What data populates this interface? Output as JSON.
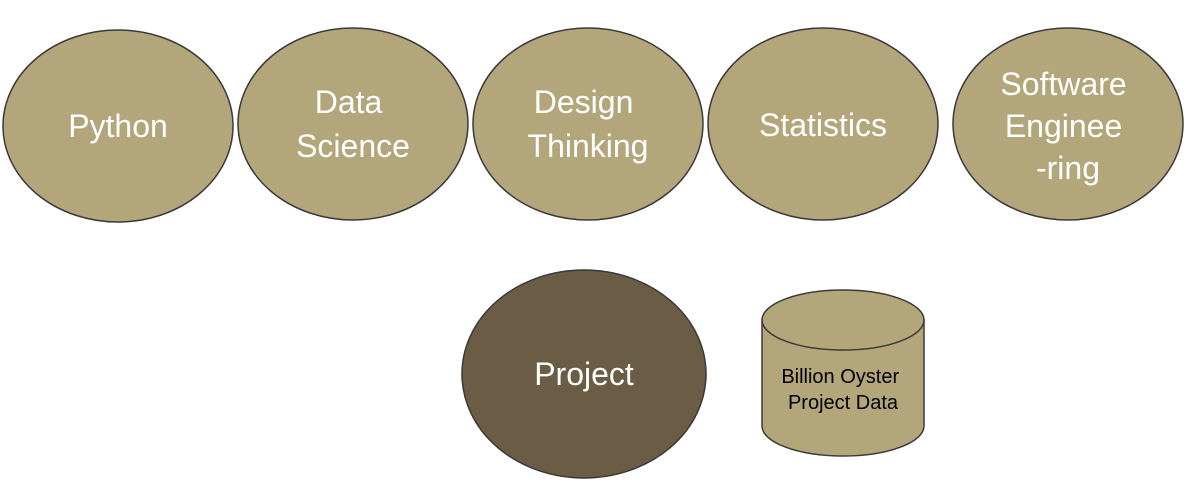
{
  "colors": {
    "skill_fill": "#b3a67b",
    "project_fill": "#6a5c45",
    "database_fill": "#b3a67b",
    "outline": "#3a3a3a",
    "skill_text": "#ffffff",
    "database_text": "#000000"
  },
  "skills": [
    {
      "lines": [
        "Python"
      ]
    },
    {
      "lines": [
        "Data",
        "Science"
      ]
    },
    {
      "lines": [
        "Design",
        "Thinking"
      ]
    },
    {
      "lines": [
        "Statistics"
      ]
    },
    {
      "lines": [
        "Software",
        "Enginee",
        "-ring"
      ]
    }
  ],
  "project": {
    "lines": [
      "Project"
    ]
  },
  "database": {
    "lines": [
      "Billion Oyster",
      "Project Data"
    ]
  }
}
